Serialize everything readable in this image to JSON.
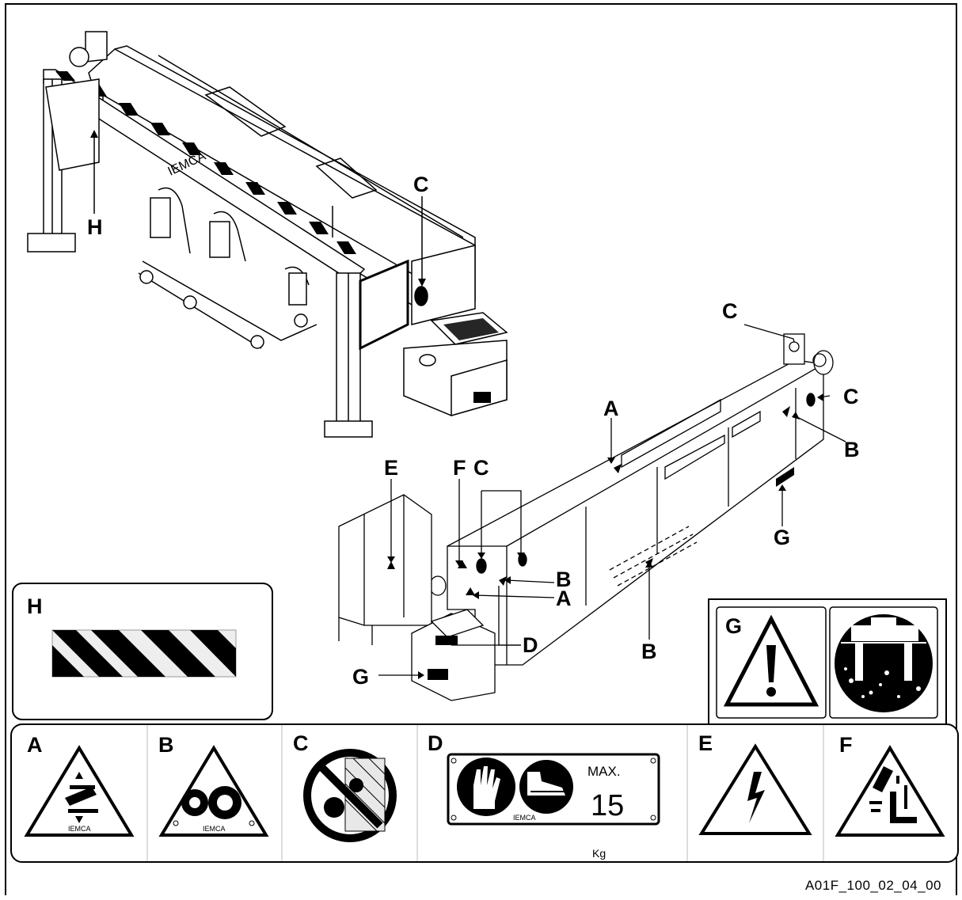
{
  "callouts": {
    "C_top": "C",
    "H_top": "H",
    "C_right_top": "C",
    "C_right_side": "C",
    "A_top": "A",
    "B_right": "B",
    "E": "E",
    "F": "F",
    "C_mid": "C",
    "G_right": "G",
    "B_left": "B",
    "A_left": "A",
    "D": "D",
    "B_bottom": "B",
    "G_left": "G"
  },
  "brand": "IEMCA",
  "insets": {
    "H": {
      "label": "H"
    },
    "G": {
      "label": "G"
    }
  },
  "legend": {
    "A": {
      "label": "A",
      "icon": "hand-crush-warning-icon",
      "small": "IEMCA"
    },
    "B": {
      "label": "B",
      "icon": "gears-warning-icon",
      "small": "IEMCA"
    },
    "C": {
      "label": "C",
      "icon": "no-access-gears-icon"
    },
    "D": {
      "label": "D",
      "icon": "gloves-safety-shoes-icon",
      "max_text": "MAX.",
      "max_value": "15",
      "unit": "Kg",
      "small": "IEMCA"
    },
    "E": {
      "label": "E",
      "icon": "electrical-hazard-icon"
    },
    "F": {
      "label": "F",
      "icon": "falling-material-warning-icon"
    }
  },
  "figure_id": "A01F_100_02_04_00"
}
